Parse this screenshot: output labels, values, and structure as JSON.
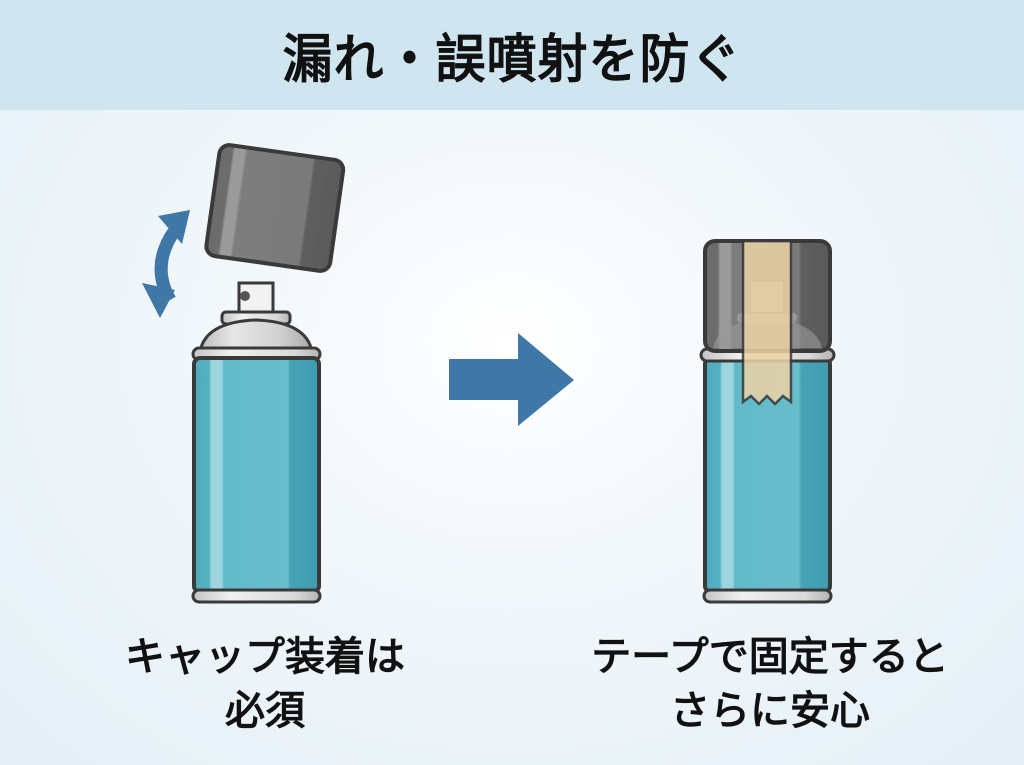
{
  "header": {
    "title": "漏れ・誤噴射を防ぐ"
  },
  "colors": {
    "header_bg": "#cfe6f1",
    "can_body": "#5bb6c6",
    "can_body_dark": "#46a4b6",
    "can_highlight": "#8fd0da",
    "cap_gray": "#7b7b7b",
    "outline": "#3a3a3a",
    "arrow_blue": "#3f78a6",
    "tape": "#e8cfa2"
  },
  "panels": [
    {
      "name": "left",
      "illustration": "spray-can-with-removed-cap",
      "icons": [
        "cap-icon",
        "rotate-arrow-icon",
        "nozzle-icon",
        "spray-can-icon"
      ],
      "caption_lines": [
        "キャップ装着は",
        "必須"
      ]
    },
    {
      "name": "right",
      "illustration": "spray-can-cap-taped",
      "icons": [
        "cap-icon",
        "tape-icon",
        "spray-can-icon"
      ],
      "caption_lines": [
        "テープで固定すると",
        "さらに安心"
      ]
    }
  ],
  "transition_icon": "right-arrow-icon"
}
